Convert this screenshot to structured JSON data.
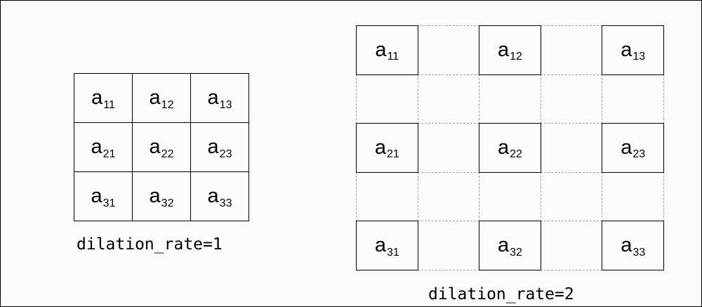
{
  "left_diagram": {
    "caption": "dilation_rate=1",
    "rows": [
      [
        {
          "letter": "a",
          "sub": "11"
        },
        {
          "letter": "a",
          "sub": "12"
        },
        {
          "letter": "a",
          "sub": "13"
        }
      ],
      [
        {
          "letter": "a",
          "sub": "21"
        },
        {
          "letter": "a",
          "sub": "22"
        },
        {
          "letter": "a",
          "sub": "23"
        }
      ],
      [
        {
          "letter": "a",
          "sub": "31"
        },
        {
          "letter": "a",
          "sub": "32"
        },
        {
          "letter": "a",
          "sub": "33"
        }
      ]
    ]
  },
  "right_diagram": {
    "caption": "dilation_rate=2",
    "rows": [
      [
        {
          "letter": "a",
          "sub": "11"
        },
        {
          "letter": "",
          "sub": ""
        },
        {
          "letter": "a",
          "sub": "12"
        },
        {
          "letter": "",
          "sub": ""
        },
        {
          "letter": "a",
          "sub": "13"
        }
      ],
      [
        {
          "letter": "",
          "sub": ""
        },
        {
          "letter": "",
          "sub": ""
        },
        {
          "letter": "",
          "sub": ""
        },
        {
          "letter": "",
          "sub": ""
        },
        {
          "letter": "",
          "sub": ""
        }
      ],
      [
        {
          "letter": "a",
          "sub": "21"
        },
        {
          "letter": "",
          "sub": ""
        },
        {
          "letter": "a",
          "sub": "22"
        },
        {
          "letter": "",
          "sub": ""
        },
        {
          "letter": "a",
          "sub": "23"
        }
      ],
      [
        {
          "letter": "",
          "sub": ""
        },
        {
          "letter": "",
          "sub": ""
        },
        {
          "letter": "",
          "sub": ""
        },
        {
          "letter": "",
          "sub": ""
        },
        {
          "letter": "",
          "sub": ""
        }
      ],
      [
        {
          "letter": "a",
          "sub": "31"
        },
        {
          "letter": "",
          "sub": ""
        },
        {
          "letter": "a",
          "sub": "32"
        },
        {
          "letter": "",
          "sub": ""
        },
        {
          "letter": "a",
          "sub": "33"
        }
      ]
    ]
  }
}
